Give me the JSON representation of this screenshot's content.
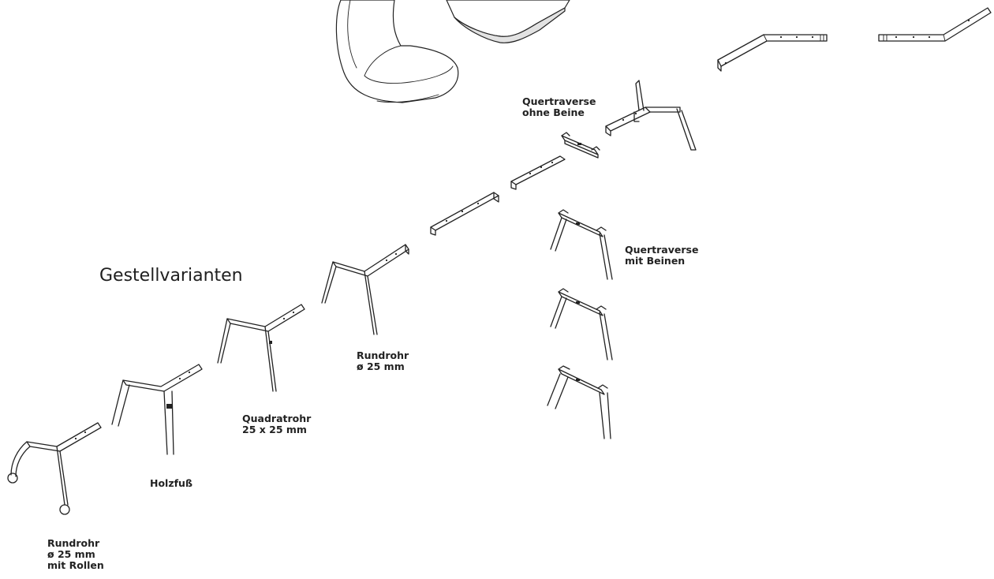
{
  "heading": "Gestellvarianten",
  "labels": {
    "rundrohr_rollen": [
      "Rundrohr",
      "ø 25 mm",
      "mit Rollen"
    ],
    "holzfuss": [
      "Holzfuß"
    ],
    "quadratrohr": [
      "Quadratrohr",
      "25 x 25 mm"
    ],
    "rundrohr": [
      "Rundrohr",
      "ø 25 mm"
    ],
    "quertraverse_ohne": [
      "Quertraverse",
      "ohne Beine"
    ],
    "quertraverse_mit": [
      "Quertraverse",
      "mit Beinen"
    ]
  },
  "colors": {
    "line": "#222222",
    "background": "#ffffff",
    "seat_shading": "#e2e2e2"
  }
}
